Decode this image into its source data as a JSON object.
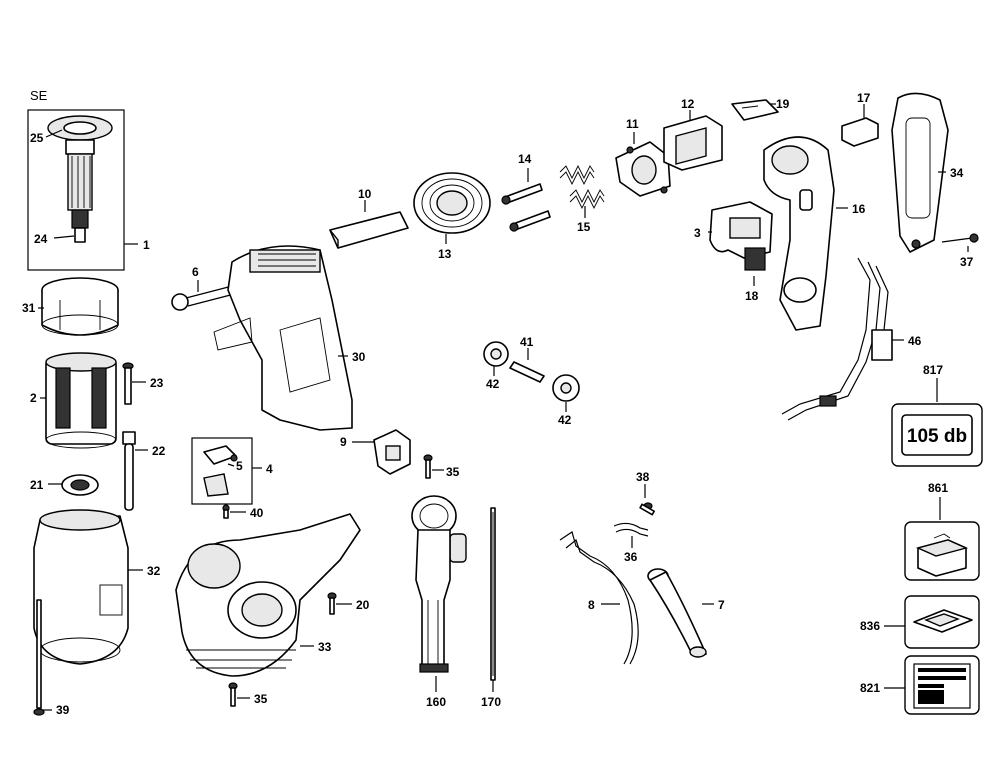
{
  "header": {
    "se_label": "SE"
  },
  "callouts": {
    "c1": "1",
    "c2": "2",
    "c3": "3",
    "c4": "4",
    "c5": "5",
    "c6": "6",
    "c7": "7",
    "c8": "8",
    "c9": "9",
    "c10": "10",
    "c11": "11",
    "c12": "12",
    "c13": "13",
    "c14": "14",
    "c15": "15",
    "c16": "16",
    "c17": "17",
    "c18": "18",
    "c19": "19",
    "c20": "20",
    "c21": "21",
    "c22": "22",
    "c23": "23",
    "c24": "24",
    "c25": "25",
    "c30": "30",
    "c31": "31",
    "c32": "32",
    "c33": "33",
    "c34": "34",
    "c35a": "35",
    "c35b": "35",
    "c36": "36",
    "c37": "37",
    "c38": "38",
    "c39": "39",
    "c40": "40",
    "c41": "41",
    "c42a": "42",
    "c42b": "42",
    "c46": "46",
    "c160": "160",
    "c170": "170",
    "c817": "817",
    "c821": "821",
    "c836": "836",
    "c861": "861"
  },
  "badge": {
    "text": "105 db"
  }
}
